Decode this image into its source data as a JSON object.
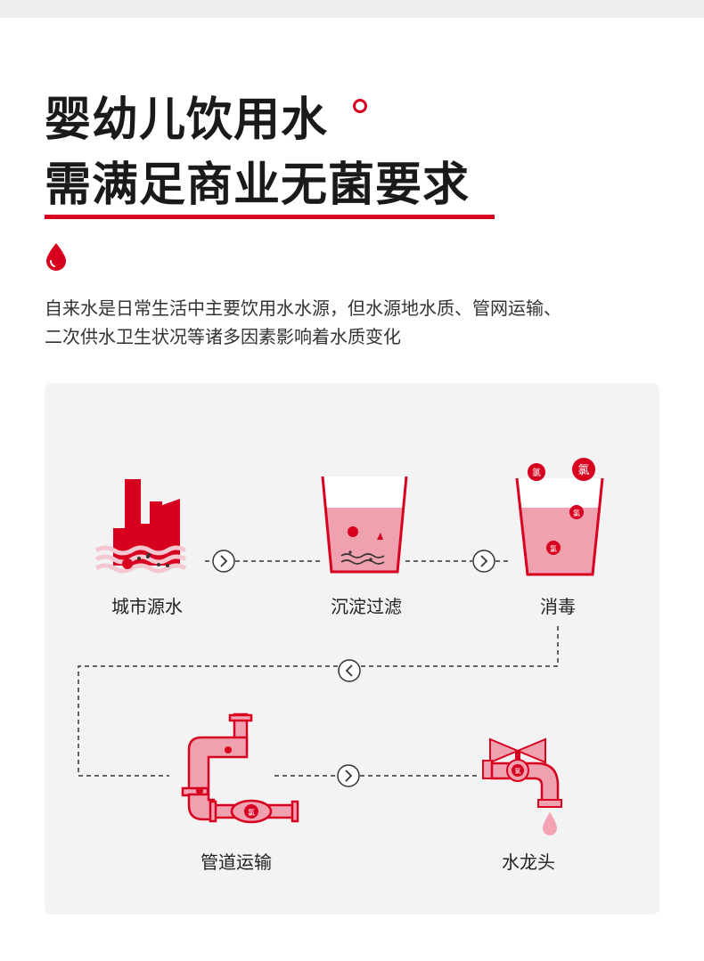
{
  "header": {
    "title_line1": "婴幼儿饮用水",
    "title_line2": "需满足商业无菌要求"
  },
  "description": {
    "line1": "自来水是日常生活中主要饮用水水源，但水源地水质、管网运输、",
    "line2": "二次供水卫生状况等诸多因素影响着水质变化"
  },
  "steps": {
    "city_water": "城市源水",
    "sediment": "沉淀过滤",
    "disinfect": "消毒",
    "pipeline": "管道运输",
    "faucet": "水龙头"
  },
  "chlorine_char": "氯",
  "colors": {
    "accent": "#d7001f",
    "pink_water": "#f0a1b0",
    "light_pink": "#f5c8d1",
    "panel_bg": "#f3f3f3"
  }
}
